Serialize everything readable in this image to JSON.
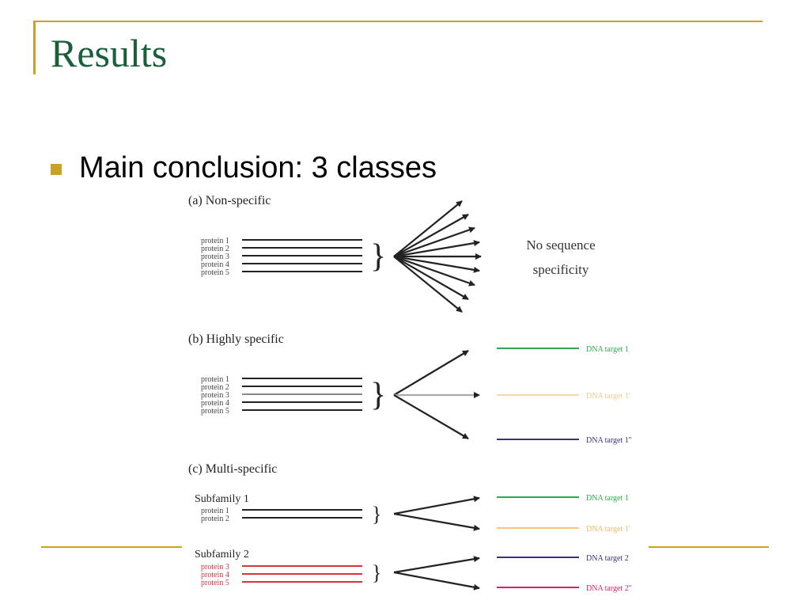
{
  "slide": {
    "title": "Results",
    "bullet": "Main conclusion: 3 classes",
    "accent_color": "#c9a227",
    "title_color": "#1b5e3b"
  },
  "diagram": {
    "panel_a": {
      "title": "(a) Non-specific",
      "proteins": [
        "protein 1",
        "protein 2",
        "protein 3",
        "protein 4",
        "protein 5"
      ],
      "result_line1": "No sequence",
      "result_line2": "specificity"
    },
    "panel_b": {
      "title": "(b) Highly specific",
      "proteins": [
        "protein 1",
        "protein 2",
        "protein 3",
        "protein 4",
        "protein 5"
      ],
      "targets": [
        {
          "label": "DNA target 1",
          "color": "#2ea84a"
        },
        {
          "label": "DNA target 1'",
          "color": "#f6d9a8"
        },
        {
          "label": "DNA target 1''",
          "color": "#3a3275"
        }
      ]
    },
    "panel_c": {
      "title": "(c) Multi-specific",
      "subfamily1": {
        "title": "Subfamily 1",
        "proteins": [
          "protein 1",
          "protein 2"
        ],
        "targets": [
          {
            "label": "DNA target 1",
            "color": "#2ea84a"
          },
          {
            "label": "DNA target 1'",
            "color": "#f6c77a"
          }
        ]
      },
      "subfamily2": {
        "title": "Subfamily 2",
        "proteins": [
          "protein 3",
          "protein 4",
          "protein 5"
        ],
        "protein_color": "#d8323f",
        "targets": [
          {
            "label": "DNA target 2",
            "color": "#3a3275"
          },
          {
            "label": "DNA target 2''",
            "color": "#d6246b"
          }
        ]
      }
    }
  }
}
